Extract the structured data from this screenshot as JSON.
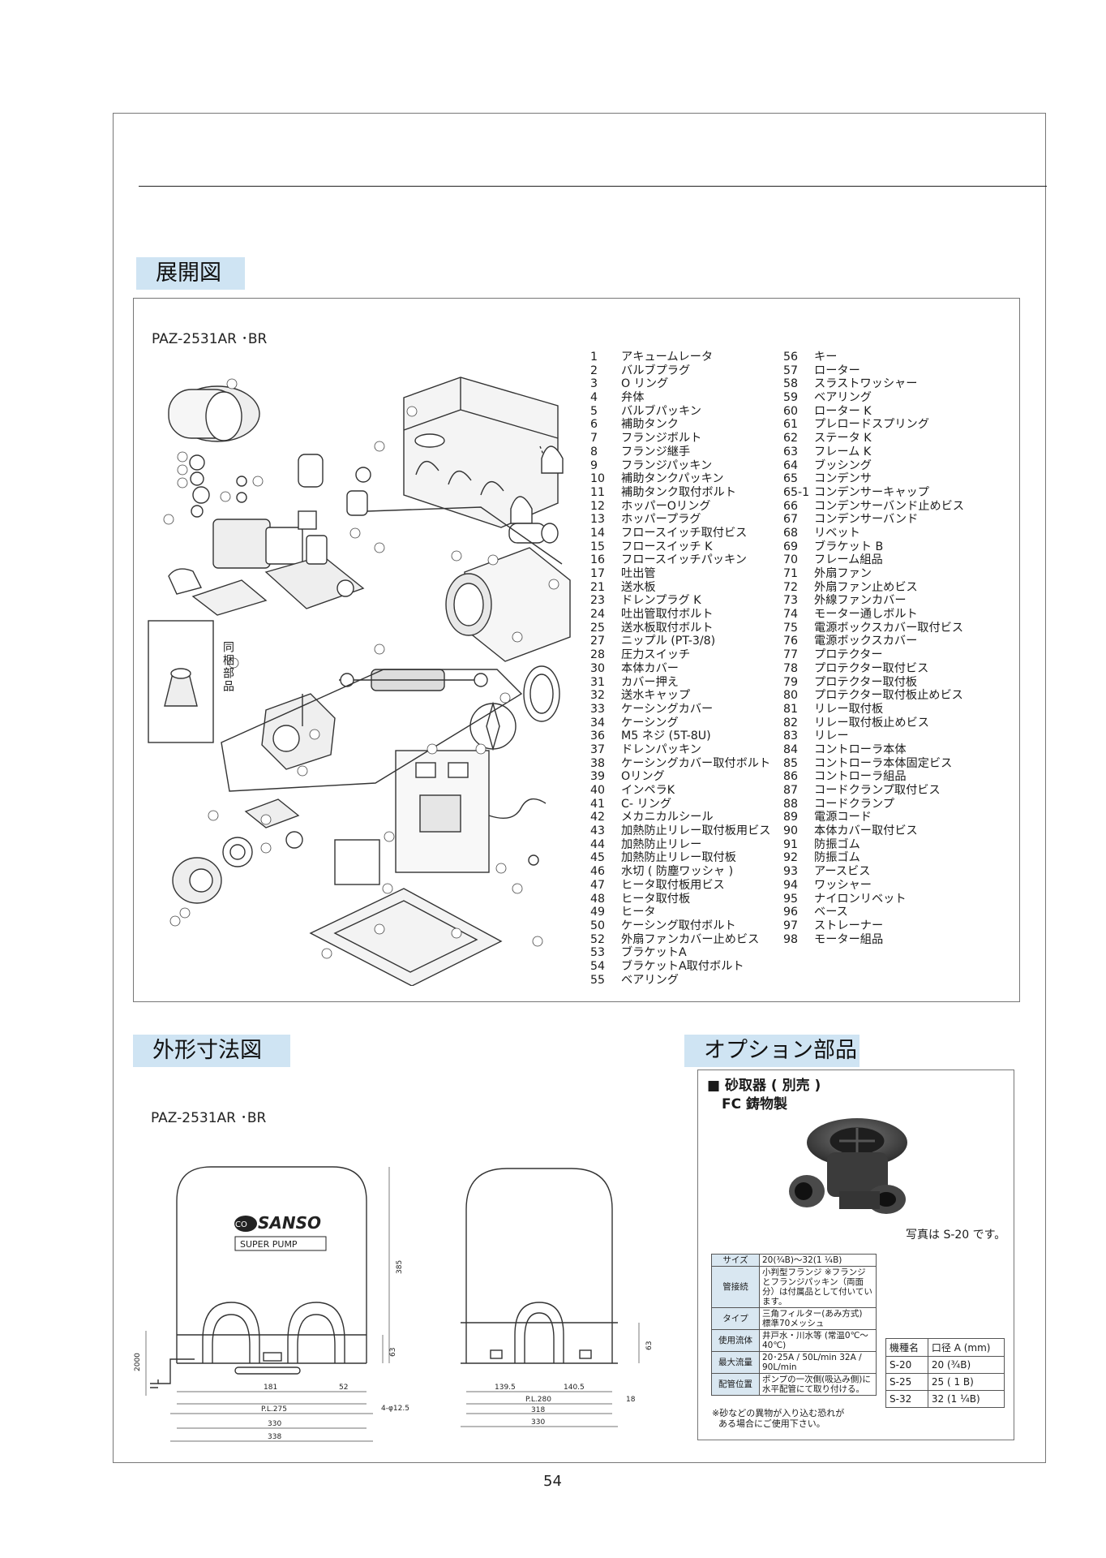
{
  "sections": {
    "exploded": "展開図",
    "dimension": "外形寸法図",
    "options": "オプション部品"
  },
  "model": "PAZ-2531AR ･BR",
  "model_dim": "PAZ-2531AR ･BR",
  "side_label": "同梱部品",
  "brand": "SANSO",
  "brand_sub": "SUPER PUMP",
  "parts_left": [
    {
      "no": "1",
      "name": "アキュームレータ"
    },
    {
      "no": "2",
      "name": "バルブプラグ"
    },
    {
      "no": "3",
      "name": "O リング"
    },
    {
      "no": "4",
      "name": "弁体"
    },
    {
      "no": "5",
      "name": "バルブパッキン"
    },
    {
      "no": "6",
      "name": "補助タンク"
    },
    {
      "no": "7",
      "name": "フランジボルト"
    },
    {
      "no": "8",
      "name": "フランジ継手"
    },
    {
      "no": "9",
      "name": "フランジパッキン"
    },
    {
      "no": "10",
      "name": "補助タンクパッキン"
    },
    {
      "no": "11",
      "name": "補助タンク取付ボルト"
    },
    {
      "no": "12",
      "name": "ホッパーOリング"
    },
    {
      "no": "13",
      "name": "ホッパープラグ"
    },
    {
      "no": "14",
      "name": "フロースイッチ取付ビス"
    },
    {
      "no": "15",
      "name": "フロースイッチ K"
    },
    {
      "no": "16",
      "name": "フロースイッチパッキン"
    },
    {
      "no": "17",
      "name": "吐出管"
    },
    {
      "no": "21",
      "name": "送水板"
    },
    {
      "no": "23",
      "name": "ドレンプラグ K"
    },
    {
      "no": "24",
      "name": "吐出管取付ボルト"
    },
    {
      "no": "25",
      "name": "送水板取付ボルト"
    },
    {
      "no": "27",
      "name": "ニップル (PT-3/8)"
    },
    {
      "no": "28",
      "name": "圧力スイッチ"
    },
    {
      "no": "30",
      "name": "本体カバー"
    },
    {
      "no": "31",
      "name": "カバー押え"
    },
    {
      "no": "32",
      "name": "送水キャップ"
    },
    {
      "no": "33",
      "name": "ケーシングカバー"
    },
    {
      "no": "34",
      "name": "ケーシング"
    },
    {
      "no": "36",
      "name": "M5 ネジ (5T-8U)"
    },
    {
      "no": "37",
      "name": "ドレンパッキン"
    },
    {
      "no": "38",
      "name": "ケーシングカバー取付ボルト"
    },
    {
      "no": "39",
      "name": "Oリング"
    },
    {
      "no": "40",
      "name": "インペラK"
    },
    {
      "no": "41",
      "name": "C- リング"
    },
    {
      "no": "42",
      "name": "メカニカルシール"
    },
    {
      "no": "43",
      "name": "加熱防止リレー取付板用ビス"
    },
    {
      "no": "44",
      "name": "加熱防止リレー"
    },
    {
      "no": "45",
      "name": "加熱防止リレー取付板"
    },
    {
      "no": "46",
      "name": "水切 ( 防塵ワッシャ )"
    },
    {
      "no": "47",
      "name": "ヒータ取付板用ビス"
    },
    {
      "no": "48",
      "name": "ヒータ取付板"
    },
    {
      "no": "49",
      "name": "ヒータ"
    },
    {
      "no": "50",
      "name": "ケーシング取付ボルト"
    },
    {
      "no": "52",
      "name": "外扇ファンカバー止めビス"
    },
    {
      "no": "53",
      "name": "ブラケットA"
    },
    {
      "no": "54",
      "name": "ブラケットA取付ボルト"
    },
    {
      "no": "55",
      "name": "ベアリング"
    }
  ],
  "parts_right": [
    {
      "no": "56",
      "name": "キー"
    },
    {
      "no": "57",
      "name": "ローター"
    },
    {
      "no": "58",
      "name": "スラストワッシャー"
    },
    {
      "no": "59",
      "name": "ベアリング"
    },
    {
      "no": "60",
      "name": "ローター K"
    },
    {
      "no": "61",
      "name": "プレロードスプリング"
    },
    {
      "no": "62",
      "name": "ステータ K"
    },
    {
      "no": "63",
      "name": "フレーム K"
    },
    {
      "no": "64",
      "name": "ブッシング"
    },
    {
      "no": "65",
      "name": "コンデンサ"
    },
    {
      "no": "65-1",
      "name": "コンデンサーキャップ"
    },
    {
      "no": "66",
      "name": "コンデンサーバンド止めビス"
    },
    {
      "no": "67",
      "name": "コンデンサーバンド"
    },
    {
      "no": "68",
      "name": "リベット"
    },
    {
      "no": "69",
      "name": "ブラケット B"
    },
    {
      "no": "70",
      "name": "フレーム組品"
    },
    {
      "no": "71",
      "name": "外扇ファン"
    },
    {
      "no": "72",
      "name": "外扇ファン止めビス"
    },
    {
      "no": "73",
      "name": "外線ファンカバー"
    },
    {
      "no": "74",
      "name": "モーター通しボルト"
    },
    {
      "no": "75",
      "name": "電源ボックスカバー取付ビス"
    },
    {
      "no": "76",
      "name": "電源ボックスカバー"
    },
    {
      "no": "77",
      "name": "プロテクター"
    },
    {
      "no": "78",
      "name": "プロテクター取付ビス"
    },
    {
      "no": "79",
      "name": "プロテクター取付板"
    },
    {
      "no": "80",
      "name": "プロテクター取付板止めビス"
    },
    {
      "no": "81",
      "name": "リレー取付板"
    },
    {
      "no": "82",
      "name": "リレー取付板止めビス"
    },
    {
      "no": "83",
      "name": "リレー"
    },
    {
      "no": "84",
      "name": "コントローラ本体"
    },
    {
      "no": "85",
      "name": "コントローラ本体固定ビス"
    },
    {
      "no": "86",
      "name": "コントローラ組品"
    },
    {
      "no": "87",
      "name": "コードクランプ取付ビス"
    },
    {
      "no": "88",
      "name": "コードクランプ"
    },
    {
      "no": "89",
      "name": "電源コード"
    },
    {
      "no": "90",
      "name": "本体カバー取付ビス"
    },
    {
      "no": "91",
      "name": "防振ゴム"
    },
    {
      "no": "92",
      "name": "防振ゴム"
    },
    {
      "no": "93",
      "name": "アースビス"
    },
    {
      "no": "94",
      "name": "ワッシャー"
    },
    {
      "no": "95",
      "name": "ナイロンリベット"
    },
    {
      "no": "96",
      "name": "ベース"
    },
    {
      "no": "97",
      "name": "ストレーナー"
    },
    {
      "no": "98",
      "name": "モーター組品"
    }
  ],
  "dims": {
    "height": "385",
    "base_h": "63",
    "cord": "2000",
    "d181": "181",
    "d52": "52",
    "pl275": "P.L.275",
    "d330": "330",
    "d338": "338",
    "holes": "4-φ12.5",
    "d139": "139.5",
    "d140": "140.5",
    "pl280": "P.L.280",
    "d318": "318",
    "d330b": "330",
    "d18": "18",
    "side_h": "63"
  },
  "option": {
    "head1": "■ 砂取器 ( 別売 )",
    "head2": "FC 鋳物製",
    "photo_note": "写真は S-20 です。",
    "spec": [
      {
        "label": "サイズ",
        "value": "20(¾B)〜32(1 ¼B)"
      },
      {
        "label": "管接続",
        "value": "小判型フランジ ※フランジとフランジパッキン（両面分）は付属品として付いています。"
      },
      {
        "label": "タイプ",
        "value": "三角フィルター(あみ方式) 標準70メッシュ"
      },
      {
        "label": "使用流体",
        "value": "井戸水・川水等 (常温0℃〜40℃)"
      },
      {
        "label": "最大流量",
        "value": "20･25A / 50L/min 32A / 90L/min"
      },
      {
        "label": "配管位置",
        "value": "ポンプの一次側(吸込み側)に水平配管にて取り付ける。"
      }
    ],
    "models_header": [
      "機種名",
      "口径 A (mm)"
    ],
    "models": [
      [
        "S-20",
        "20 (¾B)"
      ],
      [
        "S-25",
        "25 ( 1 B)"
      ],
      [
        "S-32",
        "32 (1 ¼B)"
      ]
    ],
    "note1": "※砂などの異物が入り込む恐れが",
    "note2": "ある場合にご使用下さい。"
  },
  "page_number": "54"
}
